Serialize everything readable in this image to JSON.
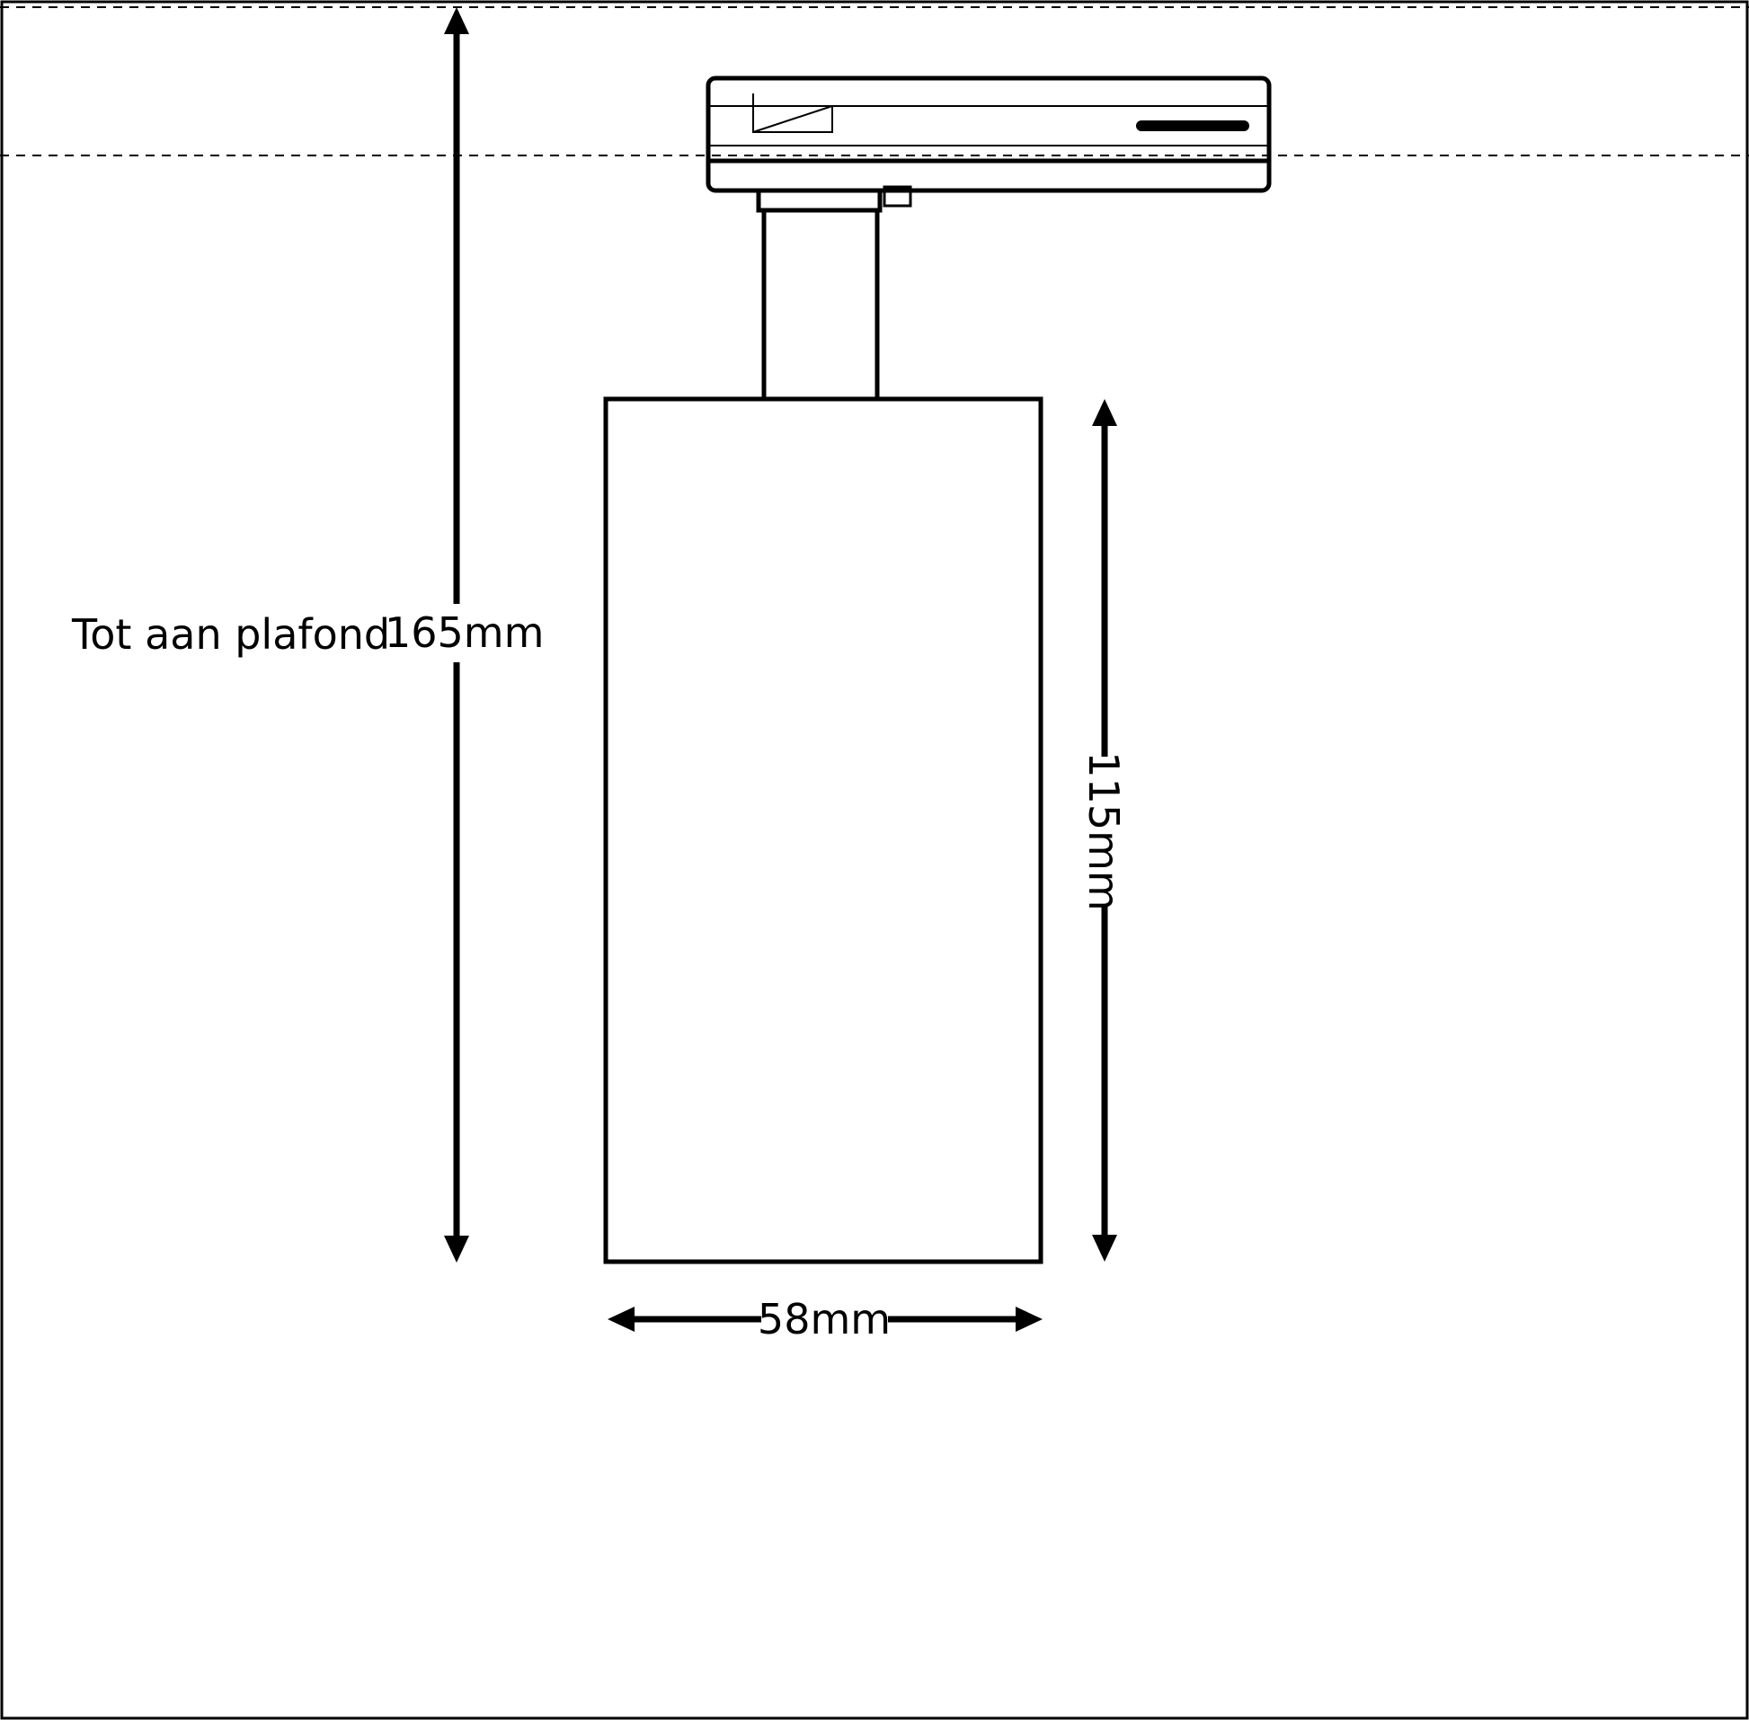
{
  "labels": {
    "ceiling_note": "Tot aan plafond",
    "total_height": "165mm",
    "body_height": "115mm",
    "body_width": "58mm"
  },
  "colors": {
    "line": "#000000",
    "background": "#ffffff"
  }
}
